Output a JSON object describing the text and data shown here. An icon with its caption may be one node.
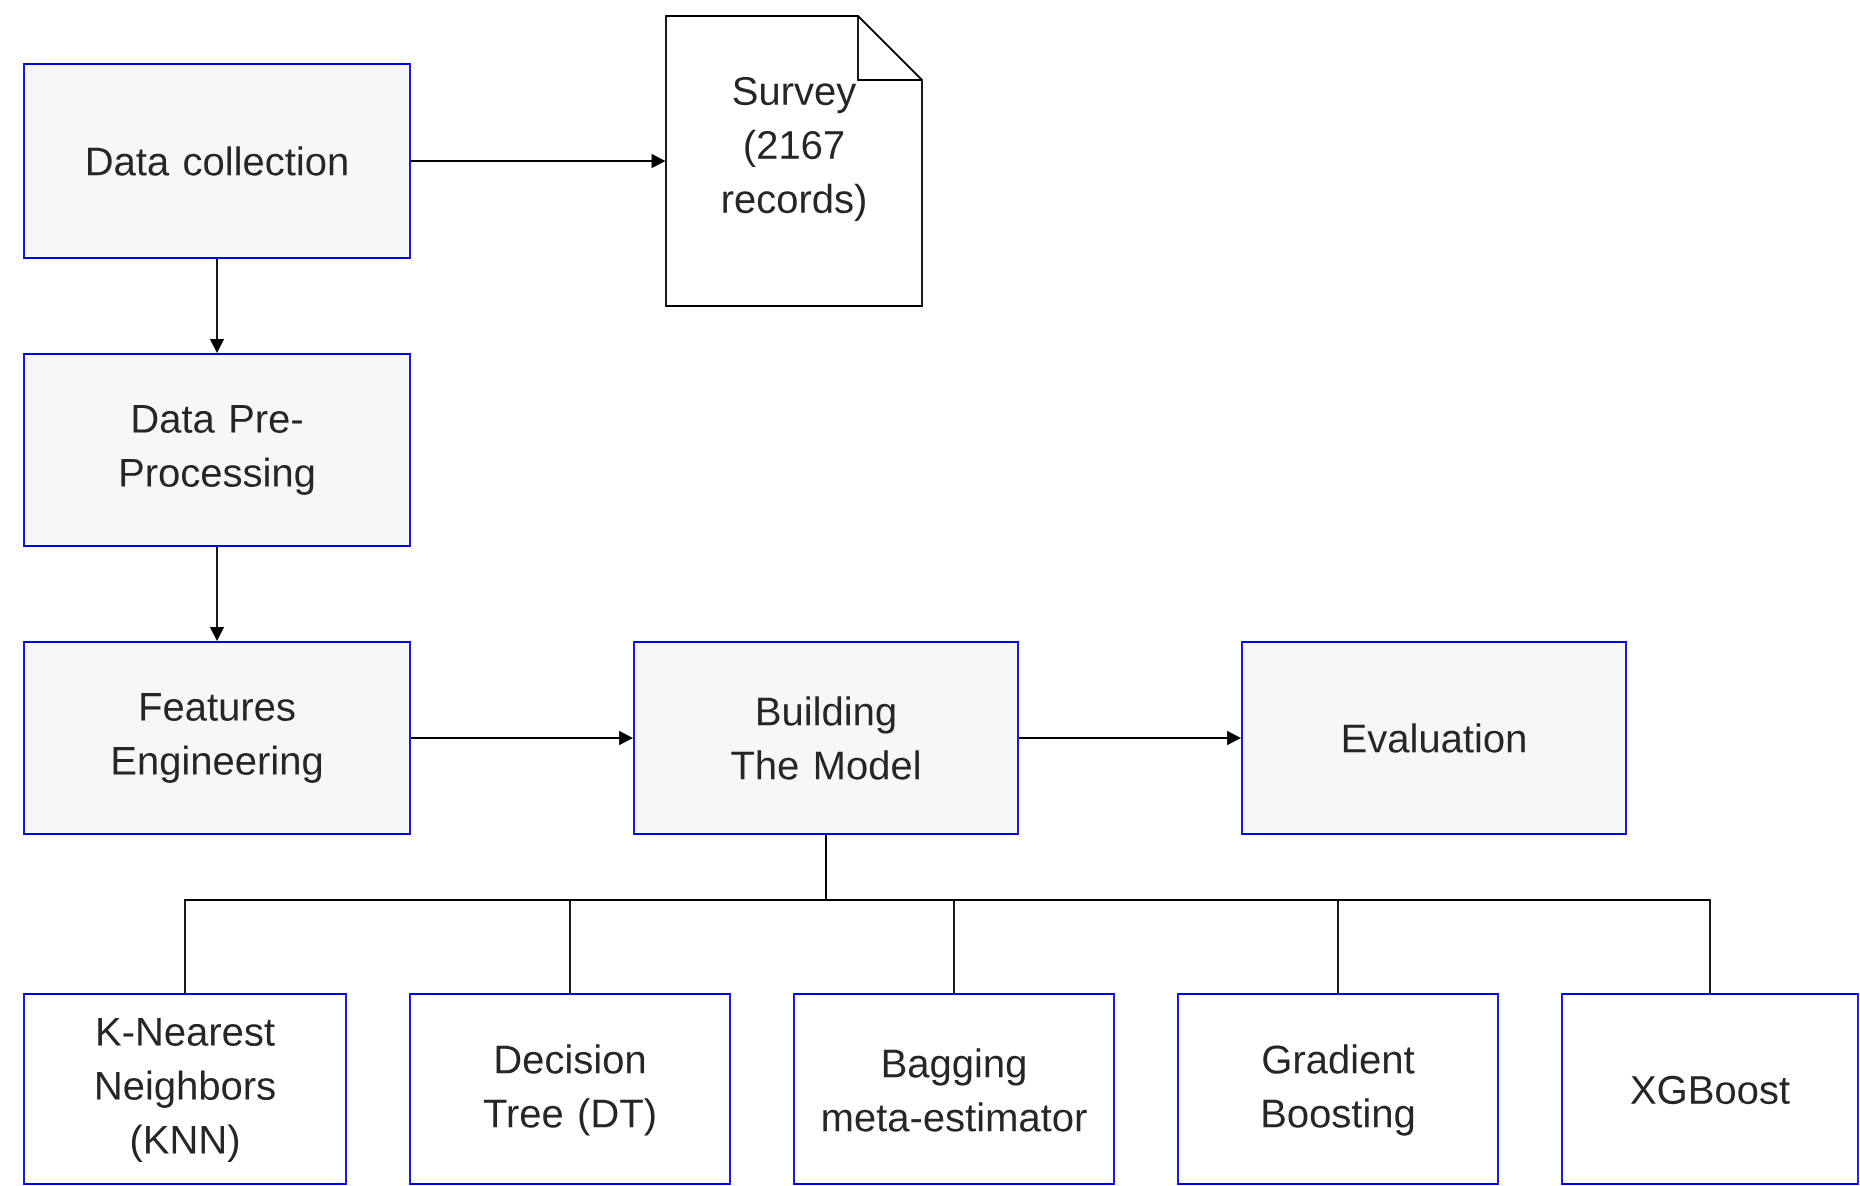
{
  "diagram": {
    "nodes": [
      {
        "text": [
          "Data collection"
        ]
      },
      {
        "text": [
          "Survey (2167 records)"
        ]
      },
      {
        "text": [
          "Data Pre-Processing"
        ]
      },
      {
        "text": [
          "Features Engineering"
        ]
      },
      {
        "text": [
          "Building The Model"
        ]
      },
      {
        "text": [
          "Evaluation"
        ]
      },
      {
        "text": [
          "K-Nearest Neighbors (KNN)"
        ]
      },
      {
        "text": [
          "Decision Tree (DT)"
        ]
      },
      {
        "text": [
          "Bagging meta-estimator"
        ]
      },
      {
        "text": [
          "Gradient Boosting"
        ]
      },
      {
        "text": [
          "XGBoost"
        ]
      }
    ],
    "edges": [
      {
        "from": 0,
        "to": 1,
        "arrow": "to"
      },
      {
        "from": 0,
        "to": 2,
        "arrow": "to"
      },
      {
        "from": 2,
        "to": 3,
        "arrow": "to"
      },
      {
        "from": 3,
        "to": 4,
        "arrow": "to"
      },
      {
        "from": 4,
        "to": 5,
        "arrow": "to"
      },
      {
        "from": 4,
        "to": 6,
        "arrow": "none"
      },
      {
        "from": 4,
        "to": 7,
        "arrow": "none"
      },
      {
        "from": 4,
        "to": 8,
        "arrow": "none"
      },
      {
        "from": 4,
        "to": 9,
        "arrow": "none"
      },
      {
        "from": 4,
        "to": 10,
        "arrow": "none"
      }
    ]
  }
}
